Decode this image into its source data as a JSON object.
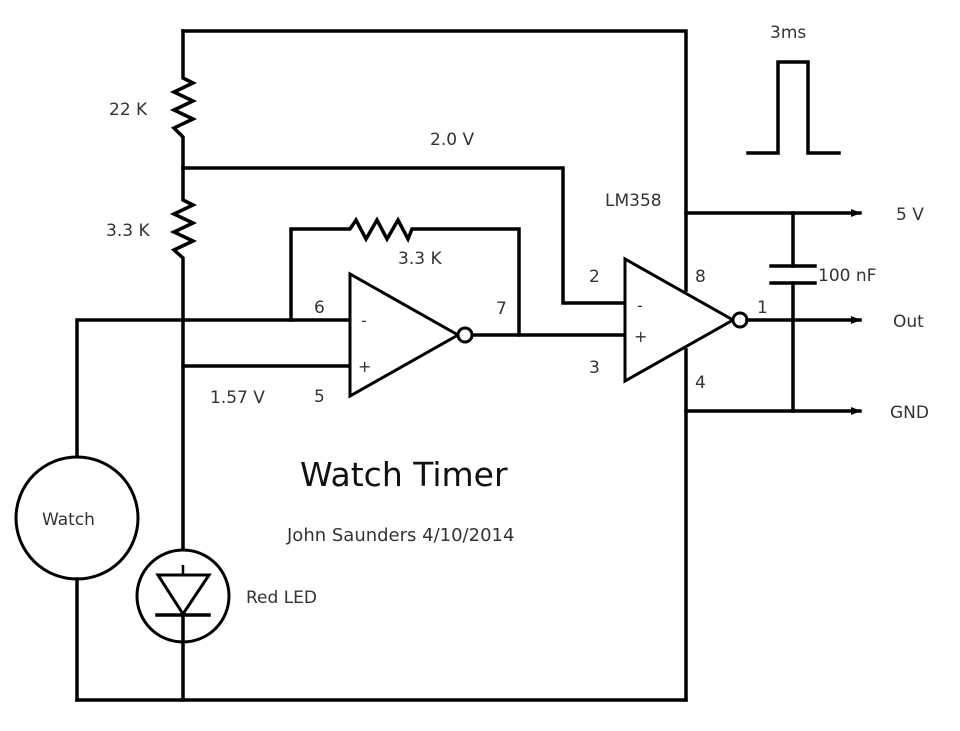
{
  "title": "Watch Timer",
  "author_line": "John Saunders 4/10/2014",
  "pulse": {
    "label": "3ms"
  },
  "components": {
    "r_top": {
      "label": "22 K"
    },
    "r_bottom": {
      "label": "3.3 K"
    },
    "r_feedback": {
      "label": "3.3 K"
    },
    "capacitor": {
      "label": "100 nF"
    },
    "watch": {
      "label": "Watch"
    },
    "led": {
      "label": "Red LED"
    },
    "ic": {
      "label": "LM358"
    }
  },
  "voltages": {
    "divider_high": "2.0 V",
    "divider_low": "1.57 V"
  },
  "opamp1": {
    "inv_sign": "-",
    "noninv_sign": "+",
    "pin_inv": "6",
    "pin_noninv": "5",
    "pin_out": "7"
  },
  "opamp2": {
    "inv_sign": "-",
    "noninv_sign": "+",
    "pin_inv": "2",
    "pin_noninv": "3",
    "pin_out": "1",
    "pin_vcc": "8",
    "pin_gnd": "4"
  },
  "outputs": {
    "vcc": "5 V",
    "out": "Out",
    "gnd": "GND"
  }
}
